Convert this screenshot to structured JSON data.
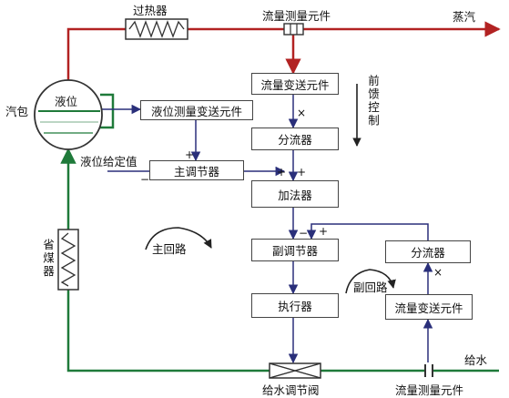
{
  "labels": {
    "superheater": "过热器",
    "flow_meas_top": "流量测量元件",
    "steam": "蒸汽",
    "drum": "汽包",
    "level": "液位",
    "level_tx": "液位测量变送元件",
    "level_setpoint": "液位给定值",
    "main_controller": "主调节器",
    "flow_tx_top": "流量变送元件",
    "splitter_top": "分流器",
    "adder": "加法器",
    "feedforward": "前馈控制",
    "main_loop": "主回路",
    "secondary_controller": "副调节器",
    "secondary_loop": "副回路",
    "splitter_right": "分流器",
    "actuator": "执行器",
    "flow_tx_right": "流量变送元件",
    "economizer": "省煤器",
    "feedwater": "给水",
    "feedwater_valve": "给水调节阀",
    "flow_meas_bottom": "流量测量元件"
  },
  "signs": {
    "plus": "+",
    "minus": "−",
    "cross": "×"
  },
  "colors": {
    "steam_line": "#b22222",
    "water_line": "#1f7a3a",
    "signal_line": "#2a2f7a",
    "box_border": "#444444"
  }
}
